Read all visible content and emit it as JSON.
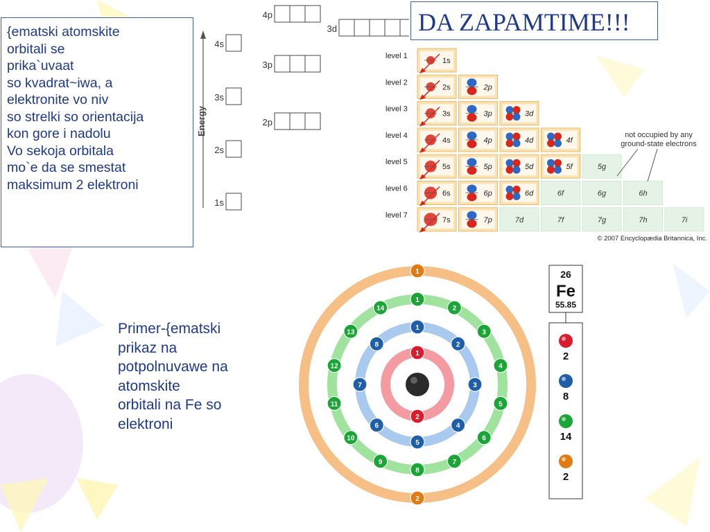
{
  "title": "DA ZAPAMTIME!!!",
  "note": {
    "lines": [
      "{ematski atomskite",
      "orbitali se",
      "prika`uvaat",
      "so kvadrat~iwa, a",
      "elektronite vo niv",
      "so strelki so orientacija",
      "kon gore i nadolu",
      "Vo sekoja orbitala",
      "mo`e da se smestat",
      "maksimum 2 elektroni"
    ]
  },
  "caption": {
    "lines": [
      "Primer-{ematski",
      "prikaz na",
      "potpolnuvawe na",
      "atomskite",
      "orbitali na Fe so",
      "elektroni"
    ]
  },
  "energy_diagram": {
    "axis_label": "Energy",
    "levels": [
      {
        "label": "1s",
        "boxes": 1
      },
      {
        "label": "2s",
        "boxes": 1
      },
      {
        "label": "2p",
        "boxes": 3
      },
      {
        "label": "3s",
        "boxes": 1
      },
      {
        "label": "3p",
        "boxes": 3
      },
      {
        "label": "4s",
        "boxes": 1
      },
      {
        "label": "3d",
        "boxes": 5
      },
      {
        "label": "4p",
        "boxes": 3
      }
    ]
  },
  "orbital_chart": {
    "rows": [
      {
        "label": "level 1",
        "cells": [
          "1s"
        ]
      },
      {
        "label": "level 2",
        "cells": [
          "2s",
          "2p"
        ]
      },
      {
        "label": "level 3",
        "cells": [
          "3s",
          "3p",
          "3d"
        ]
      },
      {
        "label": "level 4",
        "cells": [
          "4s",
          "4p",
          "4d",
          "4f"
        ]
      },
      {
        "label": "level 5",
        "cells": [
          "5s",
          "5p",
          "5d",
          "5f",
          "5g"
        ]
      },
      {
        "label": "level 6",
        "cells": [
          "6s",
          "6p",
          "6d",
          "6f",
          "6g",
          "6h"
        ]
      },
      {
        "label": "level 7",
        "cells": [
          "7s",
          "7p",
          "7d",
          "7f",
          "7g",
          "7h",
          "7i"
        ]
      }
    ],
    "occupied": {
      "level 1": 1,
      "level 2": 2,
      "level 3": 3,
      "level 4": 4,
      "level 5": 4,
      "level 6": 3,
      "level 7": 2
    },
    "annotation": "not occupied by any ground-state electrons",
    "copyright": "© 2007 Encyclopædia Britannica, Inc.",
    "colors": {
      "occupied_fill": "#fbe3b4",
      "occupied_border": "#e8b96a",
      "empty_fill": "#e4f3e5",
      "arrow": "#d9261c",
      "s_lobe": "#d9261c",
      "p_lobe": "#2f68c4"
    }
  },
  "atom": {
    "element": {
      "number": "26",
      "symbol": "Fe",
      "mass": "55.85"
    },
    "shells": [
      {
        "electrons": 2,
        "color": "#f49aa1",
        "electron_color": "#d81e2c"
      },
      {
        "electrons": 8,
        "color": "#a9c9ef",
        "electron_color": "#1f5ea8"
      },
      {
        "electrons": 14,
        "color": "#9fe39f",
        "electron_color": "#1aa536"
      },
      {
        "electrons": 2,
        "color": "#f6bf86",
        "electron_color": "#e07b14"
      }
    ],
    "legend": [
      {
        "count": "2",
        "color": "#d81e2c"
      },
      {
        "count": "8",
        "color": "#1f5ea8"
      },
      {
        "count": "14",
        "color": "#1aa536"
      },
      {
        "count": "2",
        "color": "#e07b14"
      }
    ],
    "colors": {
      "nucleus": "#2b2b2b"
    }
  }
}
